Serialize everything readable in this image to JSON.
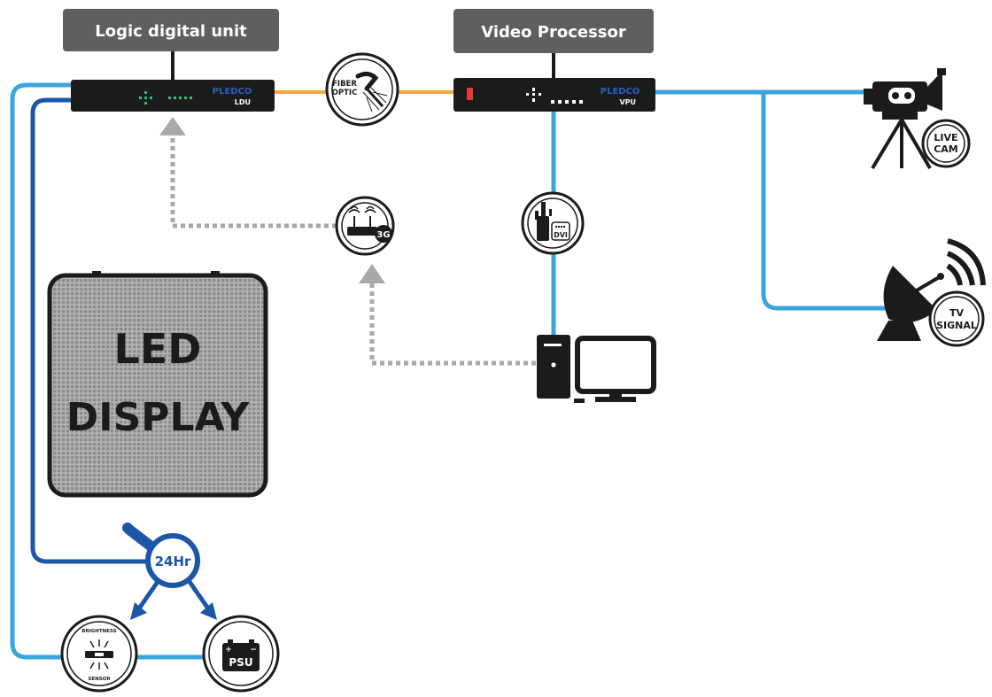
{
  "header_boxes": {
    "ldu_title": "Logic digital unit",
    "vpu_title": "Video Processor"
  },
  "devices": {
    "ldu_brand": "PLEDCO",
    "ldu_tag": "LDU",
    "vpu_brand": "PLEDCO",
    "vpu_tag": "VPU"
  },
  "badges": {
    "fiber_line1": "FIBER",
    "fiber_line2": "OPTIC",
    "router_tag": "3G",
    "dvi_tag": "DVI",
    "live_cam_line1": "LIVE",
    "live_cam_line2": "CAM",
    "tv_line1": "TV",
    "tv_line2": "SIGNAL",
    "timer": "24Hr",
    "sensor_top": "BRIGHTNESS",
    "sensor_bottom": "SENSOR",
    "psu": "PSU",
    "psu_plus": "+",
    "psu_minus": "−"
  },
  "display": {
    "line1": "LED",
    "line2": "DISPLAY"
  },
  "colors": {
    "light_blue": "#3aa6dd",
    "dark_blue": "#1c56a8",
    "orange": "#f5a93a",
    "grey_dots": "#a9a9a9",
    "header_bg": "#5f5f5f",
    "device_bg": "#1b1b1b"
  }
}
